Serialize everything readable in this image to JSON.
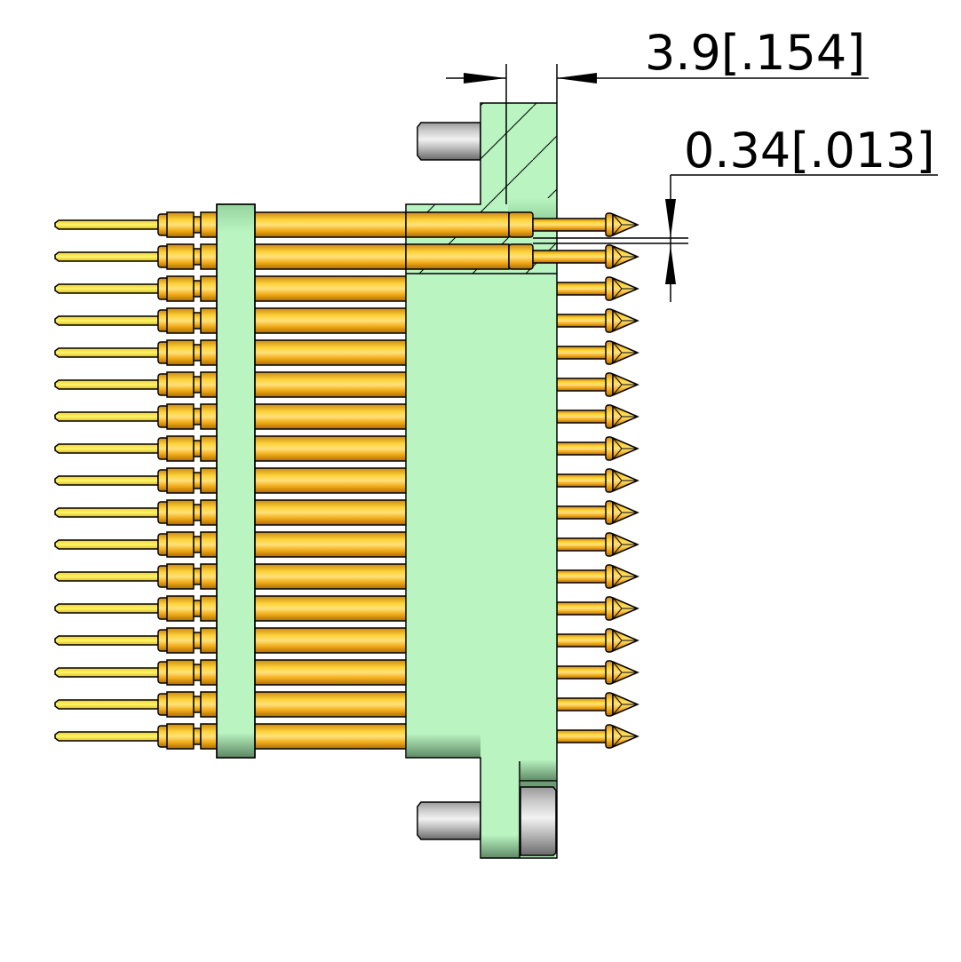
{
  "drawing": {
    "dimensions": [
      {
        "label": "3.9[.154]"
      },
      {
        "label": "0.34[.013]"
      }
    ],
    "pin_rows": 17,
    "extended_pin_rows": 2,
    "colors": {
      "housing": "#b9f4c1",
      "housing_shade": "#6f9a74",
      "pin_gold": "#f5b51e",
      "pin_wire": "#fff25a",
      "guide_pin": "#c8c8c8"
    }
  }
}
